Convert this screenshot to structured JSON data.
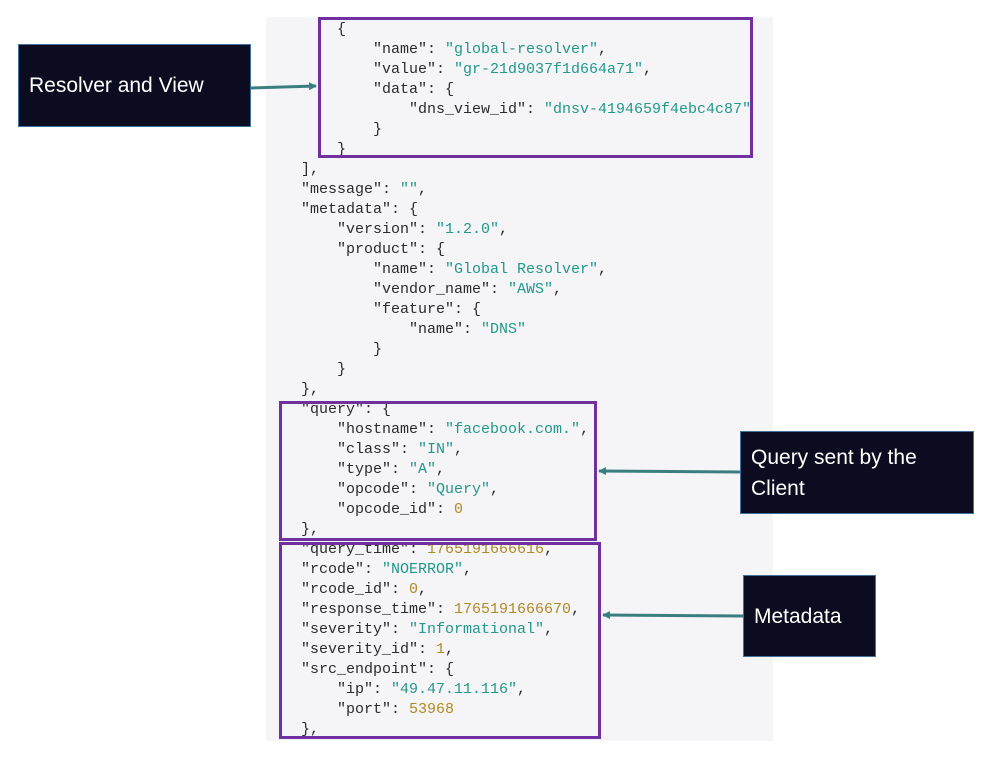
{
  "code_lines": [
    {
      "i": 1,
      "t": [
        [
          "k",
          "{"
        ]
      ]
    },
    {
      "i": 2,
      "t": [
        [
          "k",
          "\"name\": "
        ],
        [
          "s",
          "\"global-resolver\""
        ],
        [
          "k",
          ","
        ]
      ]
    },
    {
      "i": 2,
      "t": [
        [
          "k",
          "\"value\": "
        ],
        [
          "s",
          "\"gr-21d9037f1d664a71\""
        ],
        [
          "k",
          ","
        ]
      ]
    },
    {
      "i": 2,
      "t": [
        [
          "k",
          "\"data\": {"
        ]
      ]
    },
    {
      "i": 3,
      "t": [
        [
          "k",
          "\"dns_view_id\": "
        ],
        [
          "s",
          "\"dnsv-4194659f4ebc4c87\""
        ]
      ]
    },
    {
      "i": 2,
      "t": [
        [
          "k",
          "}"
        ]
      ]
    },
    {
      "i": 1,
      "t": [
        [
          "k",
          "}"
        ]
      ]
    },
    {
      "i": 0,
      "t": [
        [
          "k",
          "],"
        ]
      ]
    },
    {
      "i": 0,
      "t": [
        [
          "k",
          "\"message\": "
        ],
        [
          "s",
          "\"\""
        ],
        [
          "k",
          ","
        ]
      ]
    },
    {
      "i": 0,
      "t": [
        [
          "k",
          "\"metadata\": {"
        ]
      ]
    },
    {
      "i": 1,
      "t": [
        [
          "k",
          "\"version\": "
        ],
        [
          "s",
          "\"1.2.0\""
        ],
        [
          "k",
          ","
        ]
      ]
    },
    {
      "i": 1,
      "t": [
        [
          "k",
          "\"product\": {"
        ]
      ]
    },
    {
      "i": 2,
      "t": [
        [
          "k",
          "\"name\": "
        ],
        [
          "s",
          "\"Global Resolver\""
        ],
        [
          "k",
          ","
        ]
      ]
    },
    {
      "i": 2,
      "t": [
        [
          "k",
          "\"vendor_name\": "
        ],
        [
          "s",
          "\"AWS\""
        ],
        [
          "k",
          ","
        ]
      ]
    },
    {
      "i": 2,
      "t": [
        [
          "k",
          "\"feature\": {"
        ]
      ]
    },
    {
      "i": 3,
      "t": [
        [
          "k",
          "\"name\": "
        ],
        [
          "s",
          "\"DNS\""
        ]
      ]
    },
    {
      "i": 2,
      "t": [
        [
          "k",
          "}"
        ]
      ]
    },
    {
      "i": 1,
      "t": [
        [
          "k",
          "}"
        ]
      ]
    },
    {
      "i": 0,
      "t": [
        [
          "k",
          "},"
        ]
      ]
    },
    {
      "i": 0,
      "t": [
        [
          "k",
          "\"query\": {"
        ]
      ]
    },
    {
      "i": 1,
      "t": [
        [
          "k",
          "\"hostname\": "
        ],
        [
          "s",
          "\"facebook.com.\""
        ],
        [
          "k",
          ","
        ]
      ]
    },
    {
      "i": 1,
      "t": [
        [
          "k",
          "\"class\": "
        ],
        [
          "s",
          "\"IN\""
        ],
        [
          "k",
          ","
        ]
      ]
    },
    {
      "i": 1,
      "t": [
        [
          "k",
          "\"type\": "
        ],
        [
          "s",
          "\"A\""
        ],
        [
          "k",
          ","
        ]
      ]
    },
    {
      "i": 1,
      "t": [
        [
          "k",
          "\"opcode\": "
        ],
        [
          "s",
          "\"Query\""
        ],
        [
          "k",
          ","
        ]
      ]
    },
    {
      "i": 1,
      "t": [
        [
          "k",
          "\"opcode_id\": "
        ],
        [
          "n",
          "0"
        ]
      ]
    },
    {
      "i": 0,
      "t": [
        [
          "k",
          "},"
        ]
      ]
    },
    {
      "i": 0,
      "t": [
        [
          "k",
          "\"query_time\": "
        ],
        [
          "n",
          "1765191666616"
        ],
        [
          "k",
          ","
        ]
      ]
    },
    {
      "i": 0,
      "t": [
        [
          "k",
          "\"rcode\": "
        ],
        [
          "s",
          "\"NOERROR\""
        ],
        [
          "k",
          ","
        ]
      ]
    },
    {
      "i": 0,
      "t": [
        [
          "k",
          "\"rcode_id\": "
        ],
        [
          "n",
          "0"
        ],
        [
          "k",
          ","
        ]
      ]
    },
    {
      "i": 0,
      "t": [
        [
          "k",
          "\"response_time\": "
        ],
        [
          "n",
          "1765191666670"
        ],
        [
          "k",
          ","
        ]
      ]
    },
    {
      "i": 0,
      "t": [
        [
          "k",
          "\"severity\": "
        ],
        [
          "s",
          "\"Informational\""
        ],
        [
          "k",
          ","
        ]
      ]
    },
    {
      "i": 0,
      "t": [
        [
          "k",
          "\"severity_id\": "
        ],
        [
          "n",
          "1"
        ],
        [
          "k",
          ","
        ]
      ]
    },
    {
      "i": 0,
      "t": [
        [
          "k",
          "\"src_endpoint\": {"
        ]
      ]
    },
    {
      "i": 1,
      "t": [
        [
          "k",
          "\"ip\": "
        ],
        [
          "s",
          "\"49.47.11.116\""
        ],
        [
          "k",
          ","
        ]
      ]
    },
    {
      "i": 1,
      "t": [
        [
          "k",
          "\"port\": "
        ],
        [
          "n",
          "53968"
        ]
      ]
    },
    {
      "i": 0,
      "t": [
        [
          "k",
          "},"
        ]
      ]
    }
  ],
  "callouts": {
    "resolver": "Resolver and View",
    "query": "Query sent by the Client",
    "metadata": "Metadata"
  },
  "colors": {
    "highlight": "#7030a0",
    "arrow": "#3a7f80",
    "callout_bg": "#0c0c20",
    "string": "#22988a",
    "number": "#b08a22"
  }
}
